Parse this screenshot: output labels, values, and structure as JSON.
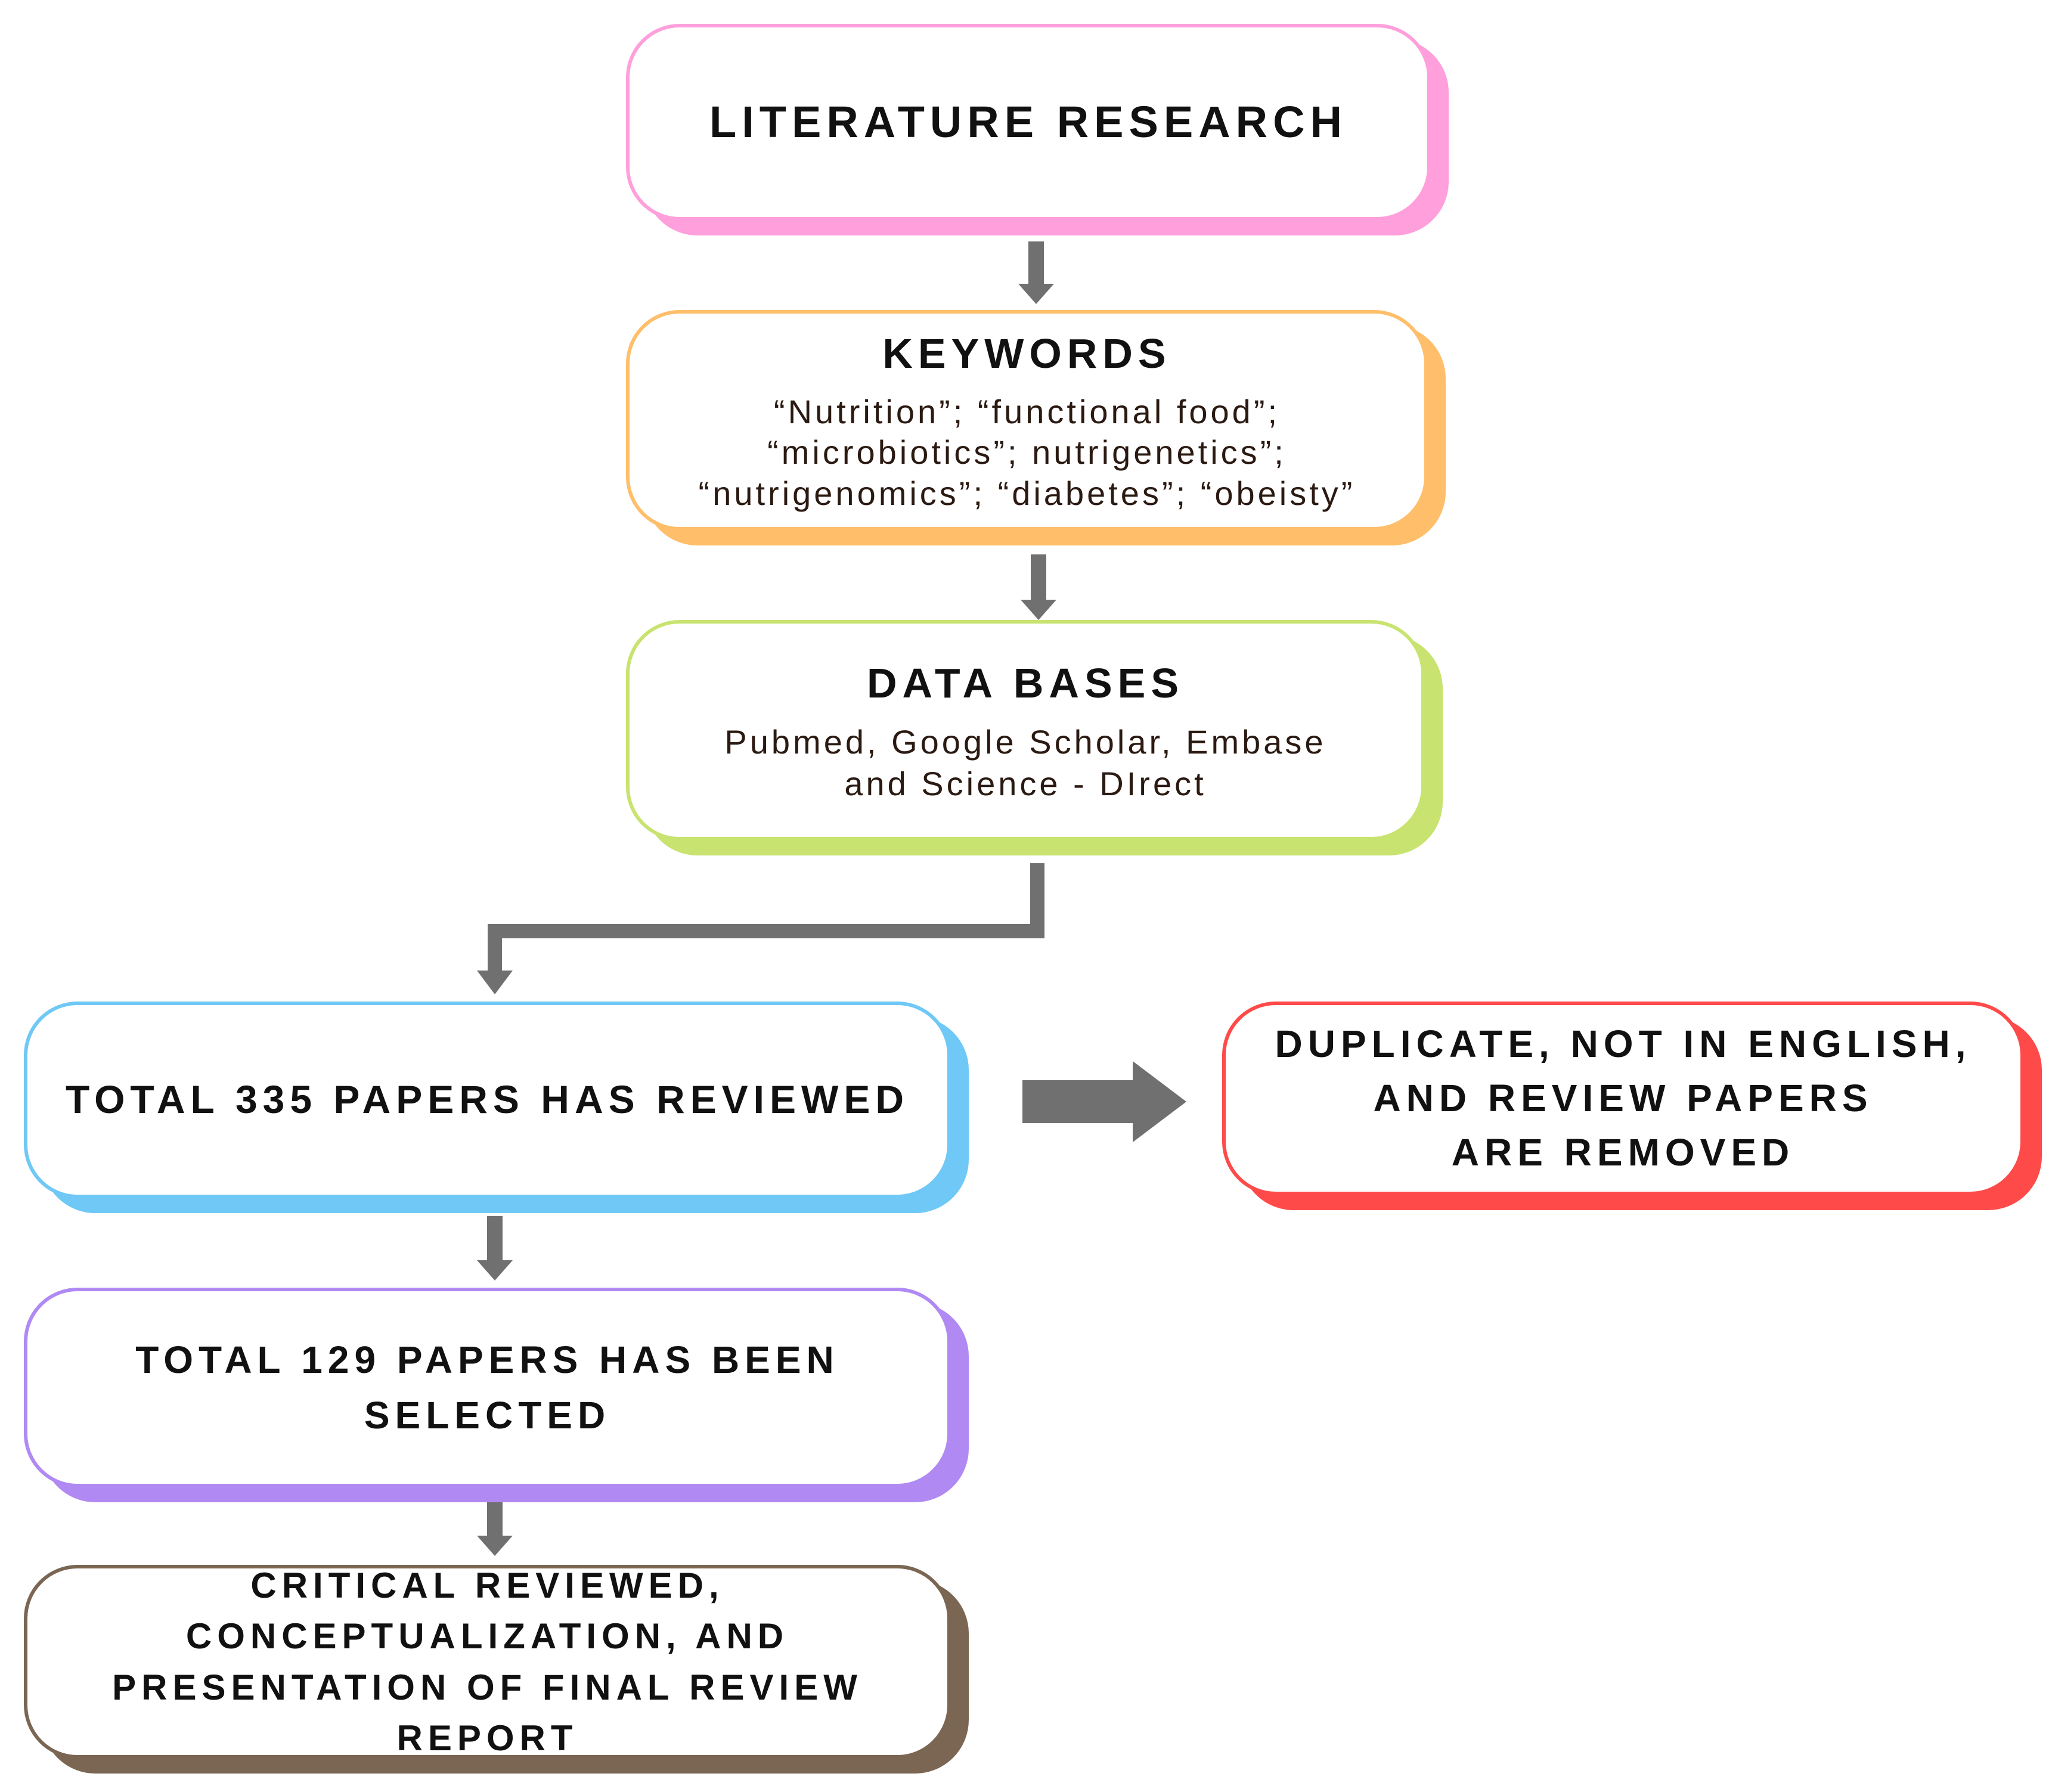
{
  "colors": {
    "arrow": "#707070",
    "literature": "#ff9fdb",
    "keywords": "#ffbe6a",
    "databases": "#c8e36f",
    "reviewed": "#6fc8f5",
    "removed": "#ff4a4a",
    "selected": "#b08af2",
    "final": "#7a6653"
  },
  "steps": {
    "literature": {
      "title": "LITERATURE RESEARCH"
    },
    "keywords": {
      "title": "KEYWORDS",
      "lines": "“Nutrition”; “functional food”;\n“microbiotics”; nutrigenetics”;\n“nutrigenomics”; “diabetes”; “obeisty”"
    },
    "databases": {
      "title": "DATA BASES",
      "lines": "Pubmed, Google Scholar, Embase\nand Science - DIrect"
    },
    "reviewed": {
      "title": "TOTAL 335 PAPERS HAS REVIEWED"
    },
    "removed": {
      "title": "DUPLICATE, NOT IN ENGLISH,\nAND REVIEW PAPERS\nARE REMOVED"
    },
    "selected": {
      "title": "TOTAL 129 PAPERS HAS BEEN\nSELECTED"
    },
    "final": {
      "title": "CRITICAL REVIEWED,\nCONCEPTUALIZATION, AND\nPRESENTATION OF FINAL REVIEW REPORT"
    }
  }
}
